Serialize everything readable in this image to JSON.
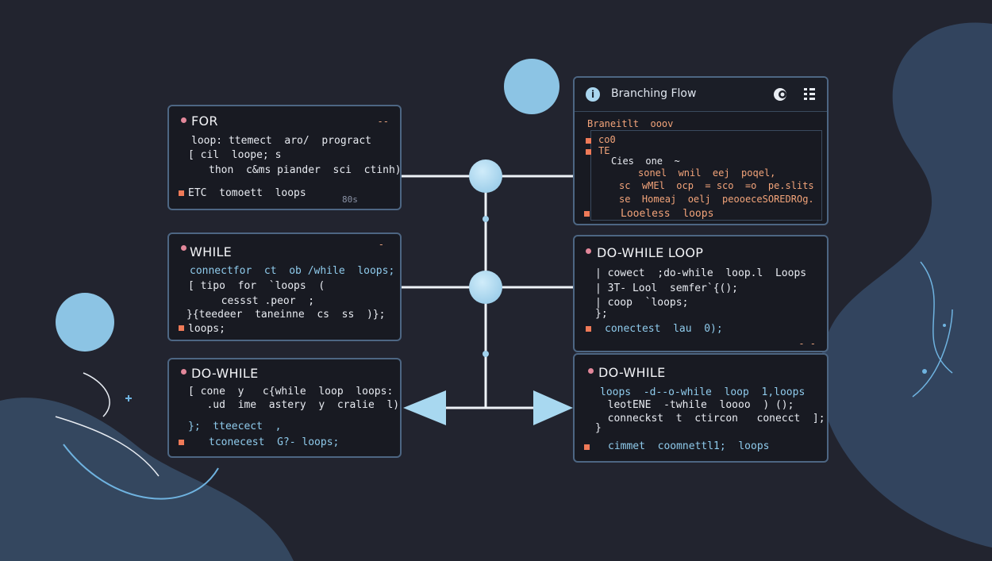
{
  "colors": {
    "background": "#22242f",
    "card_bg": "#181a22",
    "card_border": "#4d6683",
    "connector": "#eef2f7",
    "node": "#9fd0ec",
    "code_blue": "#8fcbec",
    "code_orange": "#f3a47a",
    "marker": "#ef7a58"
  },
  "icons": [
    "info-icon",
    "eye-icon",
    "menu-icon"
  ],
  "cards": {
    "for": {
      "title": "FOR",
      "menu": "--",
      "lines": [
        "loop: ttemect  aro/  progract",
        "[ cil  loope; s",
        "thon  c&ms piander  sci  ctinh)"
      ],
      "footer": "ETC  tomoett  loops",
      "footer_right": "80s"
    },
    "while": {
      "title": "WHILE",
      "menu": "-",
      "lines": [
        "connectfor  ct  ob /while  loops;",
        "[ tipo  for  `loops  (",
        "  cessst .peor  ;",
        "}{teedeer  taneinne  cs  ss  )};"
      ],
      "footer": "loops;"
    },
    "do_while": {
      "title": "DO-WHILE",
      "lines": [
        "[ cone  y   c{while  loop  loops:",
        "   .ud  ime  astery  y  cralie  l);",
        "};  tteecect  ,"
      ],
      "footer": "tconecest  G?- loops;"
    },
    "branching": {
      "window_title": "Branching Flow",
      "code_header": "Braneitlt  ooov",
      "lines": [
        "co0",
        "TE",
        "Cies  one  ~",
        "sonel  wnil  eej  poqel,",
        "sc  wMEl  ocp  = sco  =o  pe.slits",
        "se  Homeaj  oelj  peooeceSOREDROg."
      ],
      "footer": "Looeless  loops"
    },
    "do_while_loop": {
      "title": "DO-WHILE LOOP",
      "lines": [
        "| cowect  ;do-while  loop.l  Loops",
        "| 3T- Lool  semfer`{();",
        "| coop  `loops;",
        "};"
      ],
      "footer": "conectest  lau  0);"
    },
    "do_while_2": {
      "title": "DO-WHILE",
      "lines": [
        "loops  -d--o-while  loop  1,loops",
        "  leotENE  -twhile  loooo  ) ();",
        "  conneckst  t  ctircon   conecct  ];",
        "}"
      ],
      "footer": "cimmet  coomnettl1;  loops"
    }
  }
}
